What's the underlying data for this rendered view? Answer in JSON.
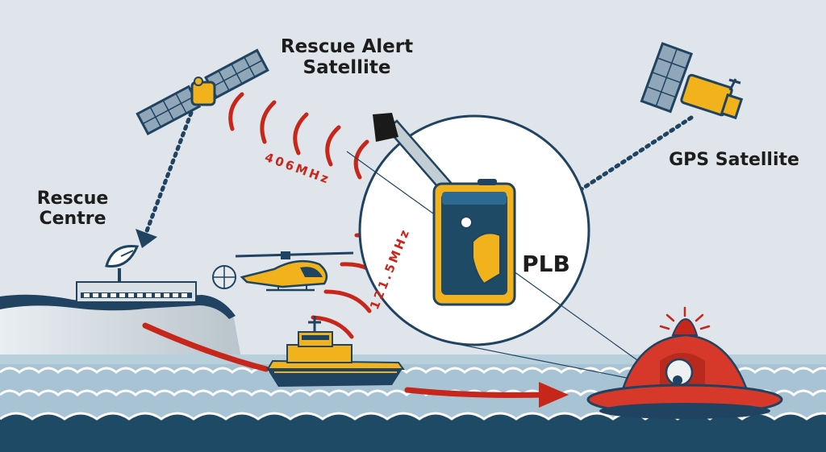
{
  "labels": {
    "rescue_alert_satellite": [
      "Rescue Alert",
      "Satellite"
    ],
    "rescue_centre": [
      "Rescue",
      "Centre"
    ],
    "gps_satellite": "GPS Satellite",
    "plb": "PLB"
  },
  "frequencies": {
    "f406": "406MHz",
    "f121": "121.5MHz"
  },
  "colors": {
    "sky": "#dfe5ea",
    "sea": "#a8c3d3",
    "sea_dark": "#1f4a66",
    "signal_red": "#c7261b",
    "yellow": "#f2b21c",
    "navy": "#1f4360",
    "liferaft_red": "#d6382a"
  }
}
